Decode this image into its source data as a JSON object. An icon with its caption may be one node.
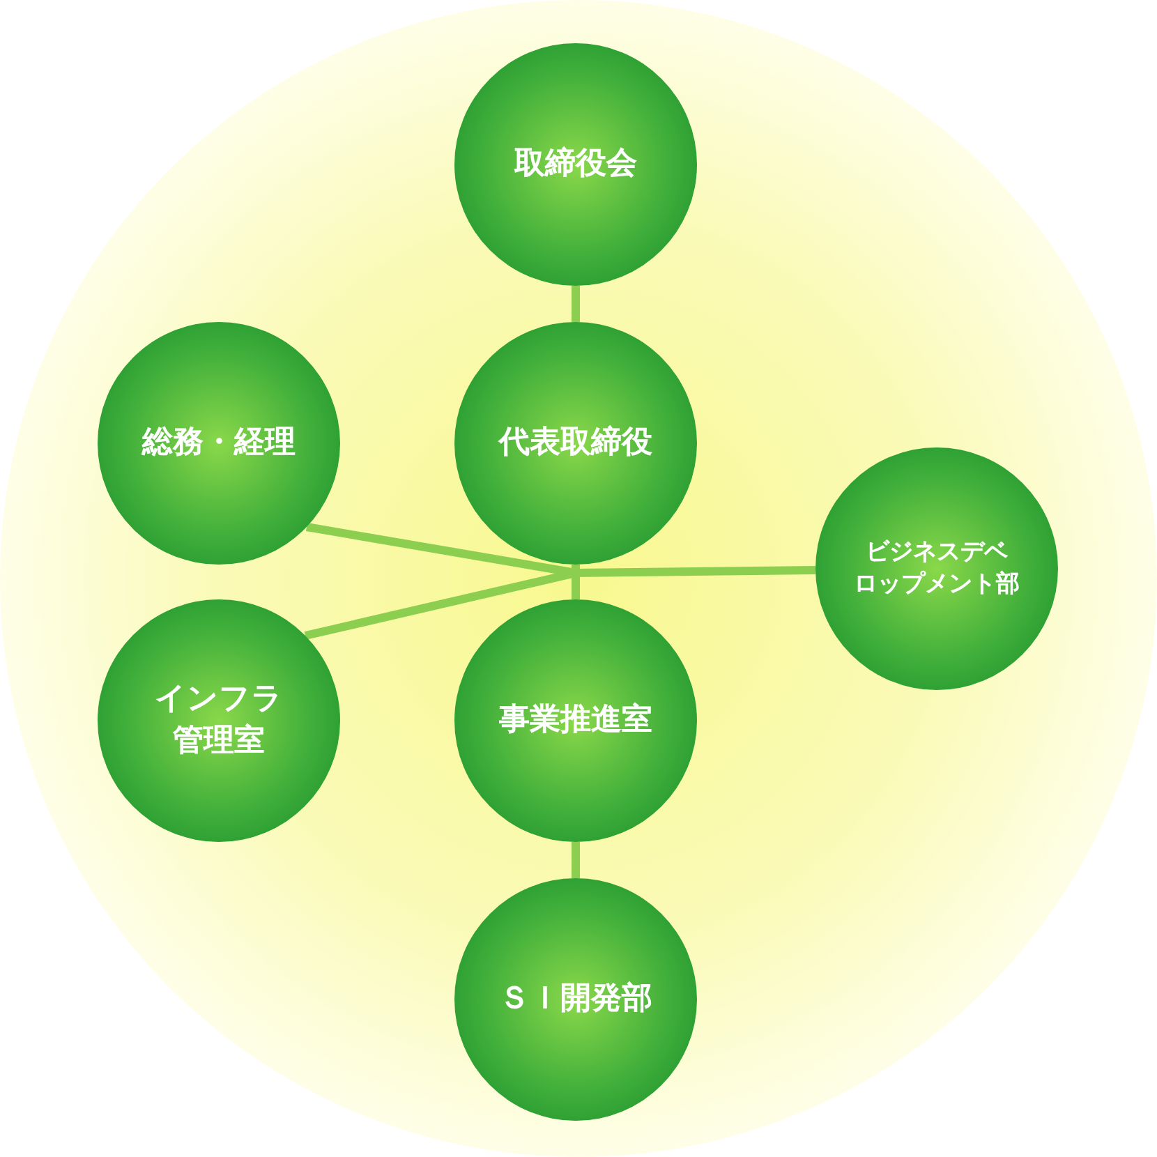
{
  "diagram": {
    "nodes": [
      {
        "text": [
          "取締役会"
        ]
      },
      {
        "text": [
          "総務・経理"
        ]
      },
      {
        "text": [
          "代表取締役"
        ]
      },
      {
        "text": [
          "ビジネスデベロップメント部"
        ]
      },
      {
        "text": [
          "インフラ管理室"
        ]
      },
      {
        "text": [
          "事業推進室"
        ]
      },
      {
        "text": [
          "ＳＩ開発部"
        ]
      }
    ],
    "edges": [
      {
        "from": 0,
        "to": 2,
        "arrow": "none"
      },
      {
        "from": 2,
        "to": 1,
        "arrow": "none"
      },
      {
        "from": 2,
        "to": 3,
        "arrow": "none"
      },
      {
        "from": 2,
        "to": 4,
        "arrow": "none"
      },
      {
        "from": 2,
        "to": 5,
        "arrow": "none"
      },
      {
        "from": 5,
        "to": 6,
        "arrow": "none"
      }
    ]
  }
}
